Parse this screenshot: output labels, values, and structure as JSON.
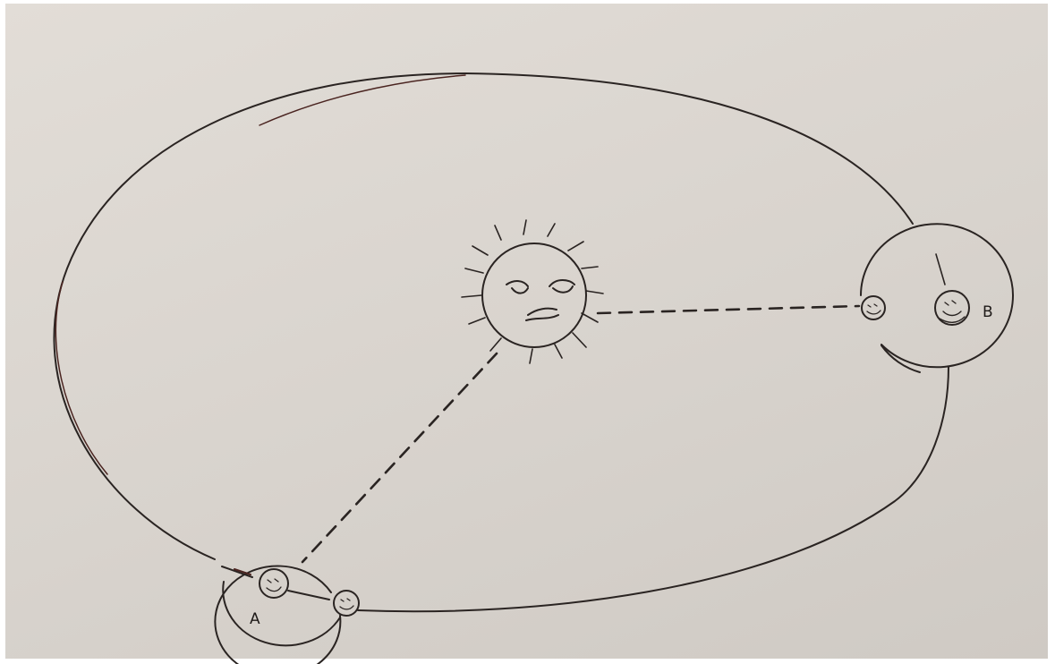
{
  "diagram": {
    "labels": {
      "position_a": "A",
      "position_b": "B"
    },
    "colors": {
      "paper": "#dcd7d1",
      "ink": "#2a2422"
    },
    "elements": [
      "orbit-ellipse",
      "sun-icon",
      "planet-orbit-circle-a",
      "planet-orbit-circle-b",
      "moon-at-a",
      "satellite-at-a",
      "moon-at-b",
      "satellite-at-b",
      "dashed-line-sun-to-a",
      "dashed-line-sun-to-b"
    ]
  }
}
